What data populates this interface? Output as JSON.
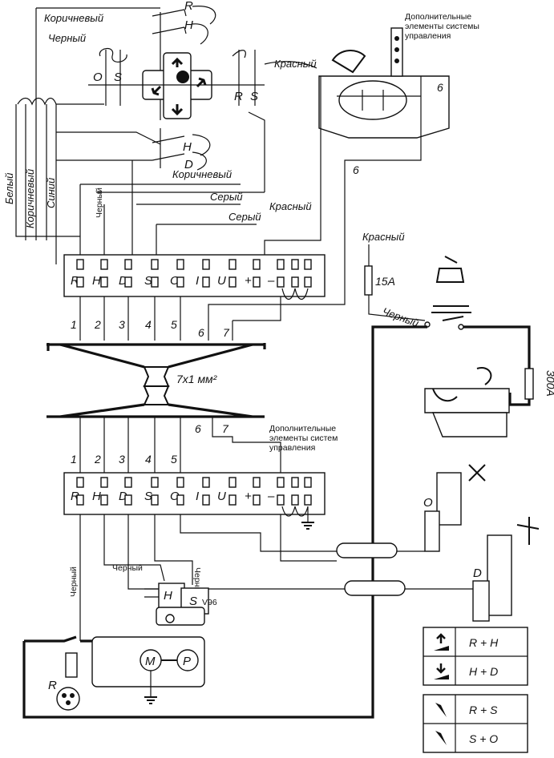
{
  "labels": {
    "brown_top": "Коричневый",
    "black_top": "Черный",
    "red_cab": "Красный",
    "additional_top": "Дополнительные элементы системы управления",
    "additional_top_l1": "Дополнительные",
    "additional_top_l2": "элементы системы",
    "additional_top_l3": "управления",
    "six_top": "6",
    "six_mid": "6",
    "brown_switch": "Коричневый",
    "gray1": "Серый",
    "gray2": "Серый",
    "red_mid": "Красный",
    "red_right": "Красный",
    "white_v": "Белый",
    "brown_v": "Коричневый",
    "blue_v": "Синий",
    "black_v": "Черный",
    "fuse_15": "15A",
    "fuse_300": "300A",
    "black_right": "Черный",
    "cable": "7x1 мм²",
    "additional_bottom_l1": "Дополнительные",
    "additional_bottom_l2": "элементы систем",
    "additional_bottom_l3": "управления",
    "black_valve": "Черный",
    "black_valve2": "Черный",
    "black_left": "Черный",
    "vgb": "V96",
    "motor": "M",
    "pump": "P",
    "relay_r": "R",
    "valve_o": "O",
    "valve_d": "D",
    "sw_R": "R",
    "sw_H": "H",
    "sw_O": "O",
    "sw_S": "S",
    "sw_R2": "R",
    "sw_S2": "S",
    "sw_H2": "H",
    "sw_D": "D",
    "valve_H": "H",
    "valve_S": "S"
  },
  "terminal_top": [
    "R",
    "H",
    "D",
    "S",
    "O",
    "I",
    "U",
    "+",
    "–"
  ],
  "terminal_bottom": [
    "R",
    "H",
    "D",
    "S",
    "O",
    "I",
    "U",
    "+",
    "–"
  ],
  "wire_numbers_top": [
    "1",
    "2",
    "3",
    "4",
    "5",
    "6",
    "7"
  ],
  "wire_numbers_bottom": [
    "1",
    "2",
    "3",
    "4",
    "5",
    "6",
    "7"
  ],
  "legend": [
    {
      "icon": "arrow-up-icon",
      "text": "R + H"
    },
    {
      "icon": "arrow-down-icon",
      "text": "H + D"
    },
    {
      "icon": "arrow-tilt-left-icon",
      "text": "R + S"
    },
    {
      "icon": "arrow-tilt-right-icon",
      "text": "S + O"
    }
  ]
}
